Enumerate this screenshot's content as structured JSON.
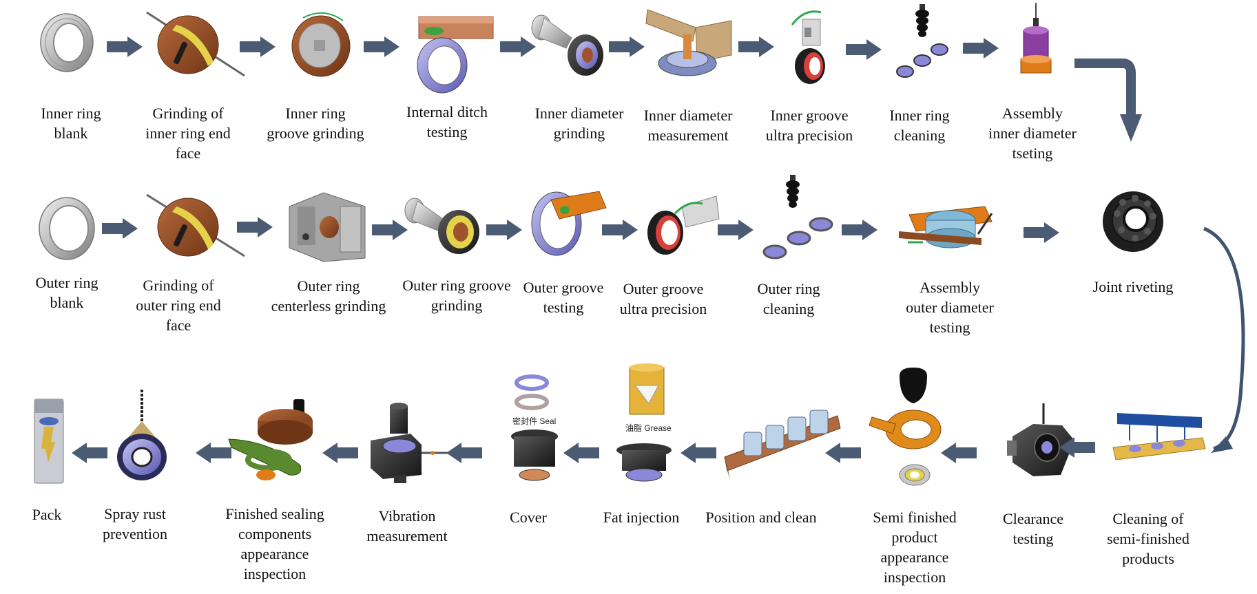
{
  "title": "",
  "colors": {
    "arrow": "#4a5b73",
    "copper": "#8b4a22",
    "copper_light": "#b76a3a",
    "steel": "#c9c9c9",
    "steel_dark": "#8d8d8d",
    "blue_purple": "#8a88d8",
    "orange": "#e07b1a",
    "dark": "#2a2a2a",
    "green": "#4c7a2e",
    "text": "#111111"
  },
  "row1": {
    "steps": [
      {
        "label": "Inner ring\nblank",
        "icon": "inner-ring-blank-icon"
      },
      {
        "label": "Grinding of\ninner ring end\nface",
        "icon": "grinding-wheel-icon"
      },
      {
        "label": "Inner ring\ngroove grinding",
        "icon": "groove-grinding-wheel-icon"
      },
      {
        "label": "Internal ditch\ntesting",
        "icon": "ditch-testing-fixture-icon"
      },
      {
        "label": "Inner diameter\ngrinding",
        "icon": "spindle-grinder-icon"
      },
      {
        "label": "Inner diameter\nmeasurement",
        "icon": "measurement-fixture-icon"
      },
      {
        "label": "Inner groove\nultra precision",
        "icon": "superfinishing-head-icon"
      },
      {
        "label": "Inner ring\ncleaning",
        "icon": "cleaning-brush-icon"
      },
      {
        "label": "Assembly\ninner diameter\ntseting",
        "icon": "assembly-gauge-icon"
      }
    ]
  },
  "row2": {
    "steps": [
      {
        "label": "Outer ring\nblank",
        "icon": "outer-ring-blank-icon"
      },
      {
        "label": "Grinding of\nouter ring end\nface",
        "icon": "grinding-wheel-icon"
      },
      {
        "label": "Outer ring\ncenterless grinding",
        "icon": "centerless-grinder-icon"
      },
      {
        "label": "Outer ring groove\ngrinding",
        "icon": "spindle-grinder-icon"
      },
      {
        "label": "Outer groove\ntesting",
        "icon": "groove-testing-fixture-icon"
      },
      {
        "label": "Outer groove\nultra precision",
        "icon": "superfinishing-head-icon"
      },
      {
        "label": "Outer ring\ncleaning",
        "icon": "cleaning-brush-icon"
      },
      {
        "label": "Assembly\nouter diameter\ntesting",
        "icon": "assembly-gauge-icon"
      },
      {
        "label": "Joint riveting",
        "icon": "ball-bearing-icon"
      }
    ]
  },
  "row3": {
    "steps": [
      {
        "label": "Cleaning of\nsemi-finished\nproducts",
        "icon": "cleaning-rail-icon"
      },
      {
        "label": "Clearance\ntesting",
        "icon": "clearance-tester-icon"
      },
      {
        "label": "Semi finished\nproduct\nappearance\ninspection",
        "icon": "inspection-fixture-icon"
      },
      {
        "label": "Position and clean",
        "icon": "positioning-tray-icon"
      },
      {
        "label": "Fat injection",
        "icon": "grease-injector-icon"
      },
      {
        "label": "Cover",
        "icon": "seal-press-icon"
      },
      {
        "label": "Vibration\nmeasurement",
        "icon": "vibration-tester-icon"
      },
      {
        "label": "Finished sealing\ncomponents\nappearance inspection",
        "icon": "sealing-inspection-icon"
      },
      {
        "label": "Spray rust\nprevention",
        "icon": "spray-nozzle-icon"
      },
      {
        "label": "Pack",
        "icon": "package-tube-icon"
      }
    ]
  },
  "annotations": {
    "grease": "油脂 Grease",
    "seal": "密封件 Seal"
  }
}
